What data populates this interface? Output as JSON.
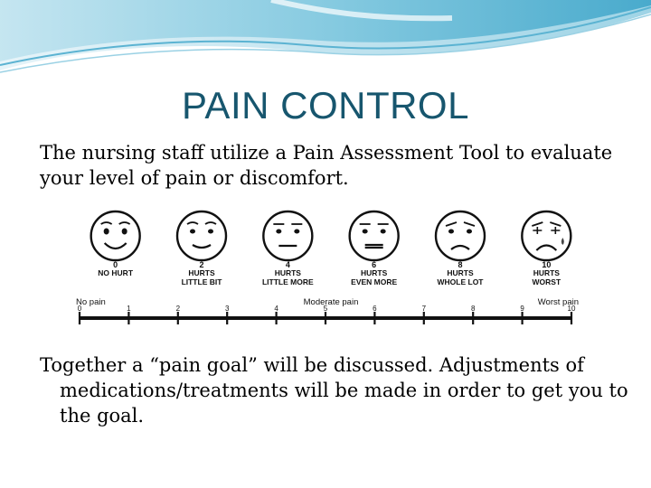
{
  "title": "PAIN CONTROL",
  "intro": "The nursing staff utilize a Pain Assessment Tool to evaluate your level of pain or discomfort.",
  "scale": {
    "faces": [
      {
        "value": "0",
        "line1": "NO HURT",
        "line2": "",
        "mood": "happy"
      },
      {
        "value": "2",
        "line1": "HURTS",
        "line2": "LITTLE BIT",
        "mood": "smile"
      },
      {
        "value": "4",
        "line1": "HURTS",
        "line2": "LITTLE MORE",
        "mood": "neutral"
      },
      {
        "value": "6",
        "line1": "HURTS",
        "line2": "EVEN MORE",
        "mood": "flat"
      },
      {
        "value": "8",
        "line1": "HURTS",
        "line2": "WHOLE LOT",
        "mood": "frown"
      },
      {
        "value": "10",
        "line1": "HURTS",
        "line2": "WORST",
        "mood": "worst"
      }
    ],
    "band_labels": {
      "left": "No pain",
      "middle": "Moderate pain",
      "right": "Worst pain"
    },
    "ticks": [
      "0",
      "1",
      "2",
      "3",
      "4",
      "5",
      "6",
      "7",
      "8",
      "9",
      "10"
    ]
  },
  "closing": "Together a “pain goal” will be discussed. Adjustments of medications/treatments will be made in order to get you to the goal."
}
